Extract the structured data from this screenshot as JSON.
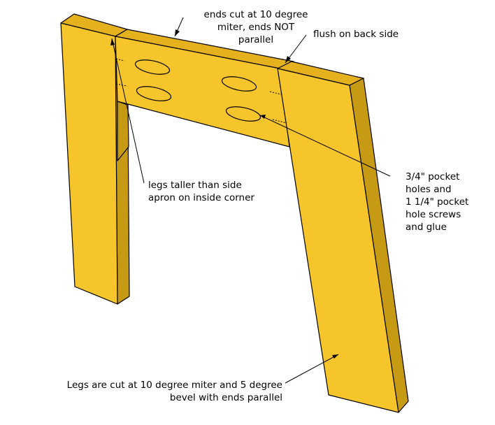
{
  "colors": {
    "wood_face": "#F6C52C",
    "wood_side": "#C79A14",
    "wood_top": "#E5B21E",
    "outline": "#000000",
    "background": "#FFFFFF"
  },
  "annotations": {
    "miter_ends": {
      "line1": "ends cut at 10 degree",
      "line2": "miter, ends NOT",
      "line3": "parallel"
    },
    "flush_back": {
      "line1": "flush on back side"
    },
    "legs_taller": {
      "line1": "legs taller than side",
      "line2": "apron on inside corner"
    },
    "pocket_holes": {
      "line1": "3/4\" pocket",
      "line2": "holes and",
      "line3": "1 1/4\" pocket",
      "line4": "hole screws",
      "line5": "and glue"
    },
    "legs_cut": {
      "line1": "Legs are cut at 10 degree miter and 5 degree",
      "line2": "bevel with ends parallel"
    }
  }
}
